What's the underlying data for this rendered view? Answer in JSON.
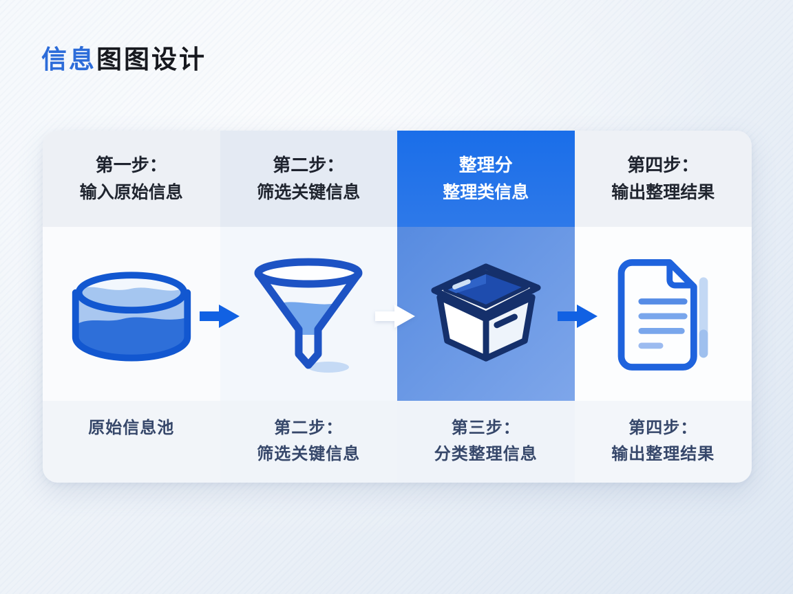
{
  "page": {
    "title_accent": "信息",
    "title_rest": "图图设计"
  },
  "colors": {
    "accent_blue": "#1d6fe8",
    "highlight_header_bg": "#1d6fe8",
    "highlight_body_bg": "#6697e5",
    "arrow_blue": "#1161e3",
    "arrow_white": "#ffffff",
    "header_text_dark": "#1e232e",
    "header_text_light": "#ffffff",
    "caption_text": "#36476a",
    "icon_outline_blue": "#1f63dd",
    "icon_outline_navy": "#15306b"
  },
  "steps": [
    {
      "header_line1": "第一步：",
      "header_line2": "输入原始信息",
      "icon": "pool-icon",
      "caption_line1": "原始信息池",
      "caption_line2": "",
      "highlighted": false
    },
    {
      "header_line1": "第二步：",
      "header_line2": "筛选关键信息",
      "icon": "funnel-icon",
      "caption_line1": "第二步：",
      "caption_line2": "筛选关键信息",
      "highlighted": false
    },
    {
      "header_line1": "整理分",
      "header_line2": "整理类信息",
      "icon": "box-icon",
      "caption_line1": "第三步：",
      "caption_line2": "分类整理信息",
      "highlighted": true
    },
    {
      "header_line1": "第四步：",
      "header_line2": "输出整理结果",
      "icon": "document-icon",
      "caption_line1": "第四步：",
      "caption_line2": "输出整理结果",
      "highlighted": false
    }
  ],
  "arrows": [
    {
      "name": "arrow-1",
      "color": "#1161e3"
    },
    {
      "name": "arrow-2",
      "color": "#ffffff"
    },
    {
      "name": "arrow-3",
      "color": "#1161e3"
    }
  ]
}
